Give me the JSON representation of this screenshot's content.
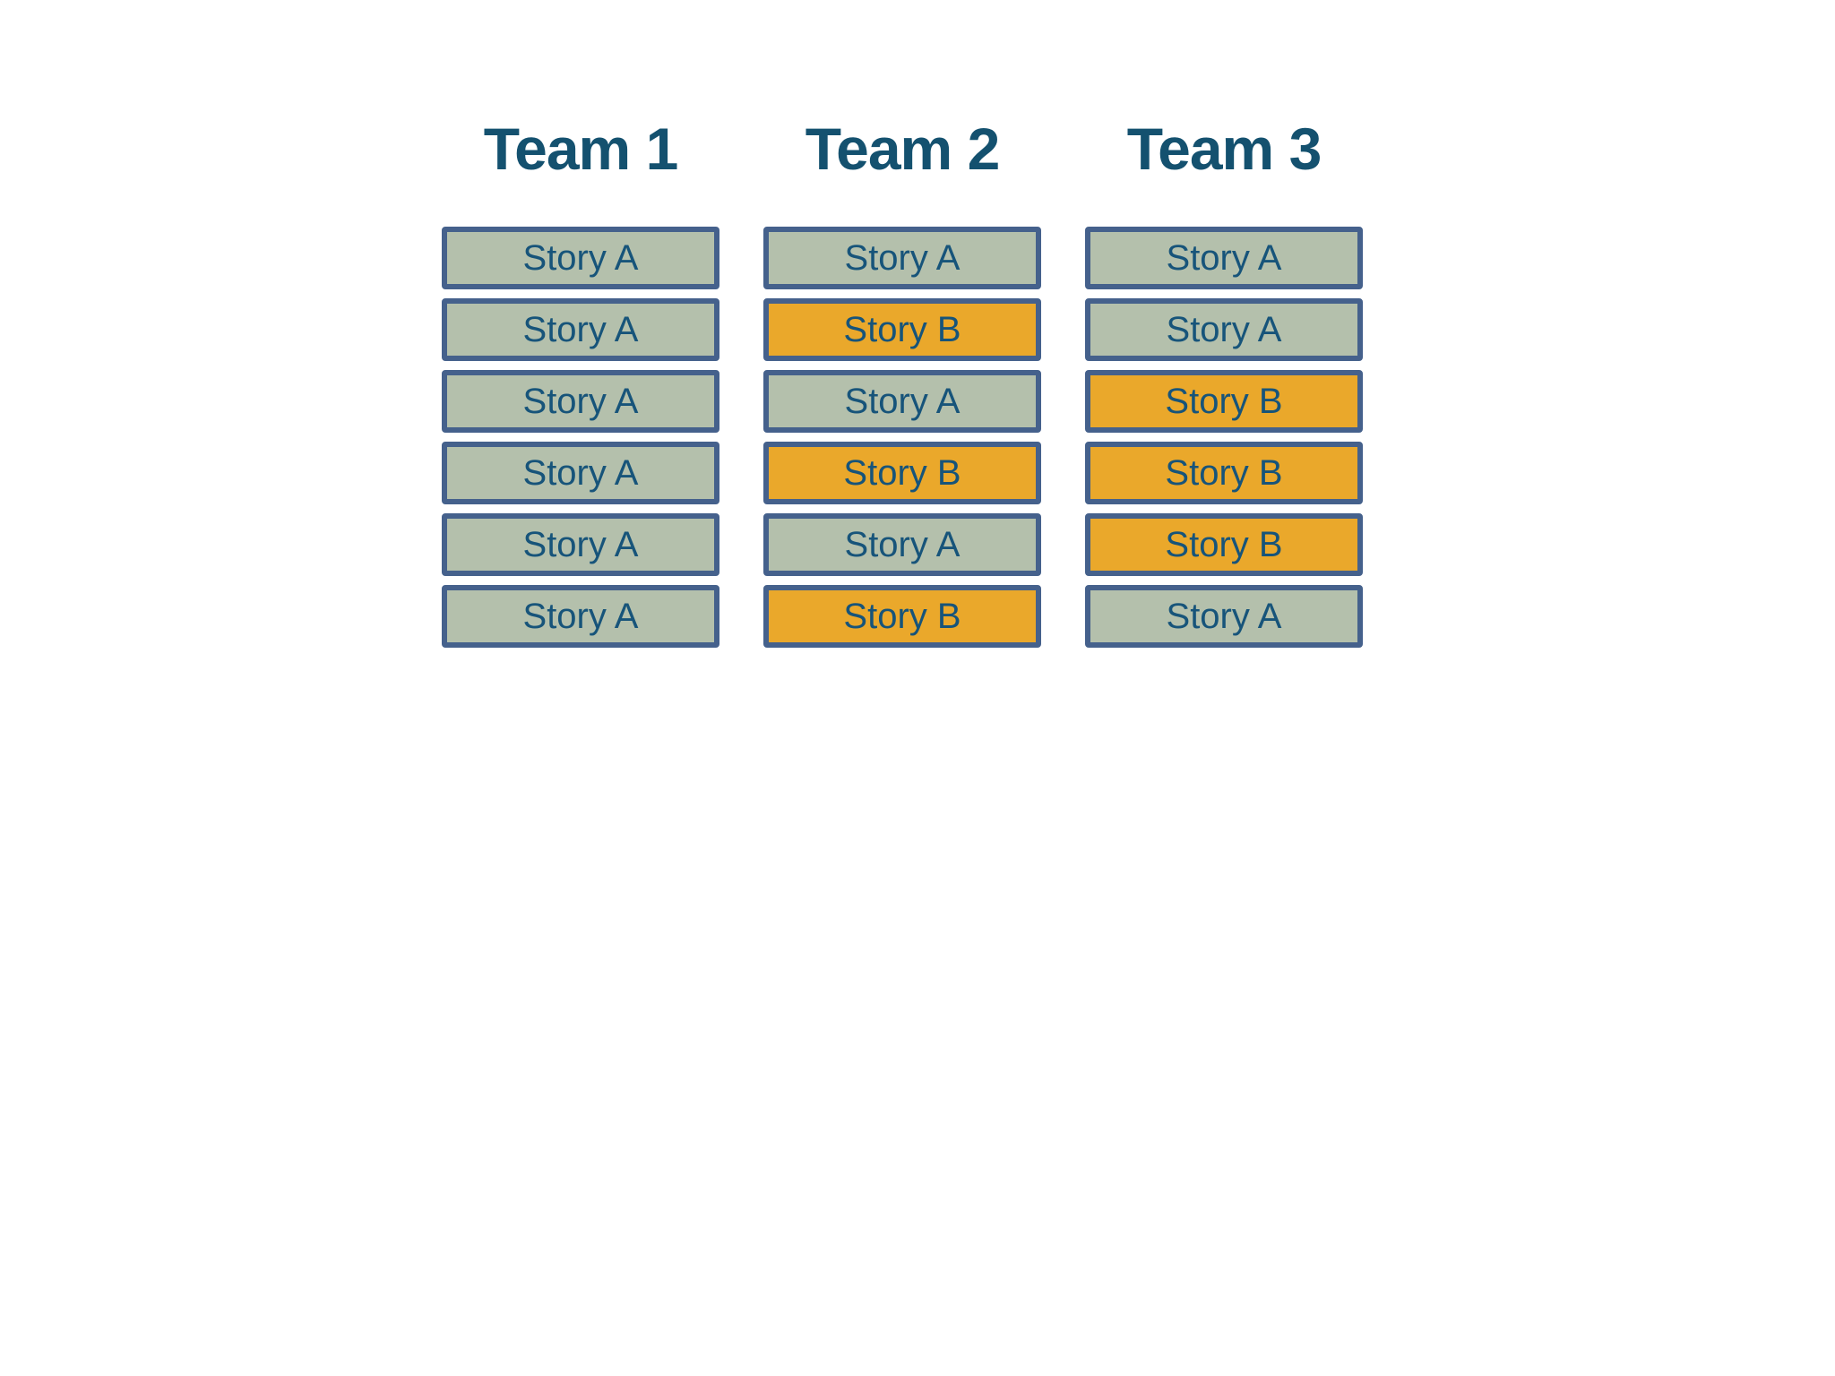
{
  "page": {
    "background": "#ffffff"
  },
  "colors": {
    "story_a_fill": "#b4c0ac",
    "story_b_fill": "#eaa82b",
    "box_border": "#45618c",
    "box_text": "#17547a",
    "header_text": "#14516f"
  },
  "columns": [
    {
      "header": "Team 1",
      "stories": [
        {
          "label": "Story A",
          "variant": "A"
        },
        {
          "label": "Story A",
          "variant": "A"
        },
        {
          "label": "Story A",
          "variant": "A"
        },
        {
          "label": "Story A",
          "variant": "A"
        },
        {
          "label": "Story A",
          "variant": "A"
        },
        {
          "label": "Story A",
          "variant": "A"
        }
      ]
    },
    {
      "header": "Team 2",
      "stories": [
        {
          "label": "Story A",
          "variant": "A"
        },
        {
          "label": "Story B",
          "variant": "B"
        },
        {
          "label": "Story A",
          "variant": "A"
        },
        {
          "label": "Story B",
          "variant": "B"
        },
        {
          "label": "Story A",
          "variant": "A"
        },
        {
          "label": "Story B",
          "variant": "B"
        }
      ]
    },
    {
      "header": "Team 3",
      "stories": [
        {
          "label": "Story A",
          "variant": "A"
        },
        {
          "label": "Story A",
          "variant": "A"
        },
        {
          "label": "Story B",
          "variant": "B"
        },
        {
          "label": "Story B",
          "variant": "B"
        },
        {
          "label": "Story B",
          "variant": "B"
        },
        {
          "label": "Story A",
          "variant": "A"
        }
      ]
    }
  ]
}
